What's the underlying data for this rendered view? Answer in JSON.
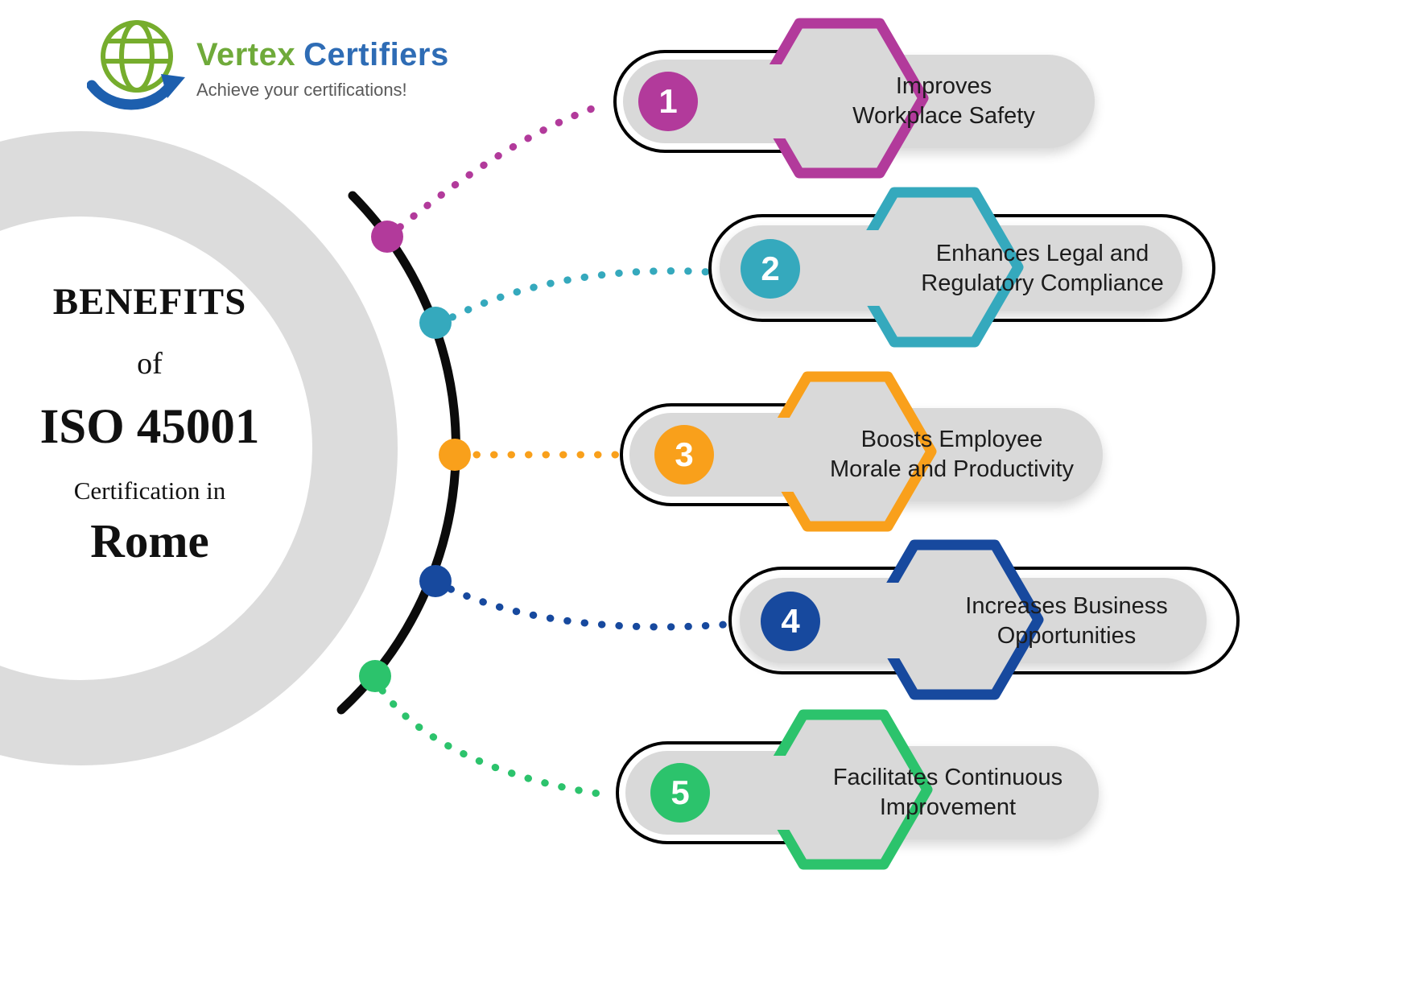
{
  "logo": {
    "brand_primary": "Vertex",
    "brand_secondary": "Certifiers",
    "tagline": "Achieve your certifications!",
    "colors": {
      "globe": "#76ad2d",
      "swoosh": "#1d5fae",
      "primary_text": "#6faa3a",
      "secondary_text": "#2e6cb5",
      "tagline_text": "#5a5a5a"
    }
  },
  "title": {
    "line1": "BENEFITS",
    "line2": "of",
    "line3": "ISO 45001",
    "line4": "Certification in",
    "line5": "Rome"
  },
  "benefits": [
    {
      "number": "1",
      "line1": "Improves",
      "line2": "Workplace Safety",
      "color": "#b23a9b"
    },
    {
      "number": "2",
      "line1": "Enhances Legal and",
      "line2": "Regulatory Compliance",
      "color": "#35a9bd"
    },
    {
      "number": "3",
      "line1": "Boosts Employee",
      "line2": "Morale and Productivity",
      "color": "#f9a01b"
    },
    {
      "number": "4",
      "line1": "Increases Business",
      "line2": "Opportunities",
      "color": "#17499e"
    },
    {
      "number": "5",
      "line1": "Facilitates Continuous",
      "line2": "Improvement",
      "color": "#2cc36c"
    }
  ],
  "decorations": {
    "arc_color": "#0b0b0b",
    "capsule_gray": "#d9d9d9",
    "ring_gray": "#dcdcdc"
  }
}
